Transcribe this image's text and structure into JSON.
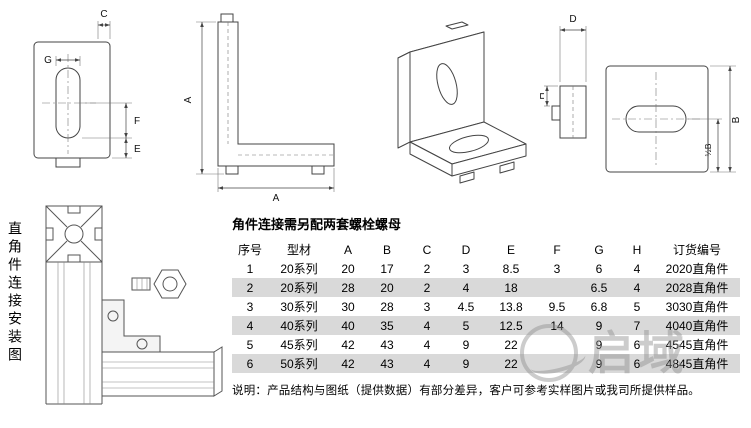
{
  "drawings": {
    "front_view": {
      "c": "C",
      "g": "G",
      "f": "F",
      "e": "E"
    },
    "side_view": {
      "a_left": "A",
      "a_bottom": "A"
    },
    "end_view": {
      "d": "D",
      "h": "H",
      "b": "B",
      "half_b": "½B"
    }
  },
  "installation": {
    "caption": "直角件连接安装图"
  },
  "spec": {
    "title": "角件连接需另配两套螺栓螺母",
    "table": {
      "headers": [
        "序号",
        "型材",
        "A",
        "B",
        "C",
        "D",
        "E",
        "F",
        "G",
        "H",
        "订货编号"
      ],
      "rows": [
        [
          "1",
          "20系列",
          "20",
          "17",
          "2",
          "3",
          "8.5",
          "3",
          "6",
          "4",
          "2020直角件"
        ],
        [
          "2",
          "20系列",
          "28",
          "20",
          "2",
          "4",
          "18",
          "",
          "6.5",
          "4",
          "2028直角件"
        ],
        [
          "3",
          "30系列",
          "30",
          "28",
          "3",
          "4.5",
          "13.8",
          "9.5",
          "6.8",
          "5",
          "3030直角件"
        ],
        [
          "4",
          "40系列",
          "40",
          "35",
          "4",
          "5",
          "12.5",
          "14",
          "9",
          "7",
          "4040直角件"
        ],
        [
          "5",
          "45系列",
          "42",
          "43",
          "4",
          "9",
          "22",
          "",
          "9",
          "6",
          "4545直角件"
        ],
        [
          "6",
          "50系列",
          "42",
          "43",
          "4",
          "9",
          "22",
          "",
          "9",
          "6",
          "4845直角件"
        ]
      ],
      "shaded_row_color": "#d9d9d9"
    },
    "note": "说明：产品结构与图纸（提供数据）有部分差异，客户可参考实样图片或我司所提供样品。"
  },
  "watermark": {
    "text": "启域"
  }
}
